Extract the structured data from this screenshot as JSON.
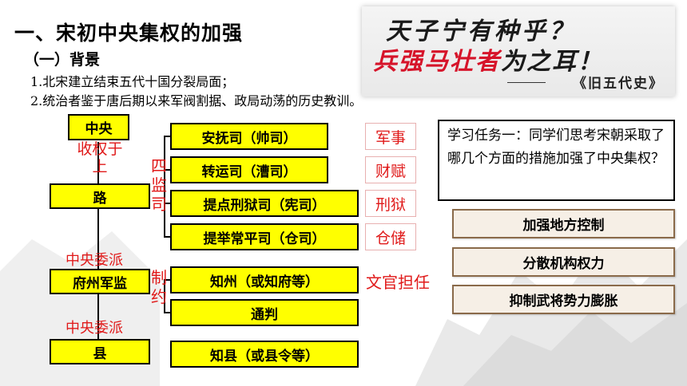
{
  "heading": {
    "title": "一、宋初中央集权的加强",
    "subtitle": "（一）背景"
  },
  "background_points": [
    "1.北宋建立结束五代十国分裂局面；",
    "2.统治者鉴于唐后期以来军阀割据、政局动荡的历史教训。"
  ],
  "quote": {
    "line1": "天子宁有种乎？",
    "line2_red": "兵强马壮者",
    "line2_black": "为之耳！",
    "source": "《旧五代史》"
  },
  "hierarchy": {
    "central": "中央",
    "lu": "路",
    "fuzhou": "府州军监",
    "xian": "县",
    "arrow1": "收权于上",
    "dispatch1": "中央委派",
    "dispatch2": "中央委派",
    "sijian": "四监司",
    "zhiyue": "制约"
  },
  "offices": [
    "安抚司（帅司）",
    "转运司（漕司）",
    "提点刑狱司（宪司）",
    "提举常平司（仓司）",
    "知州（或知府等）",
    "通判",
    "知县（或县令等）"
  ],
  "duties": [
    "军事",
    "财赋",
    "刑狱",
    "仓储"
  ],
  "civil_official": "文官担任",
  "task": {
    "text": "学习任务一：同学们思考宋朝采取了哪几个方面的措施加强了中央集权？"
  },
  "measures": [
    "加强地方控制",
    "分散机构权力",
    "抑制武将势力膨胀"
  ]
}
